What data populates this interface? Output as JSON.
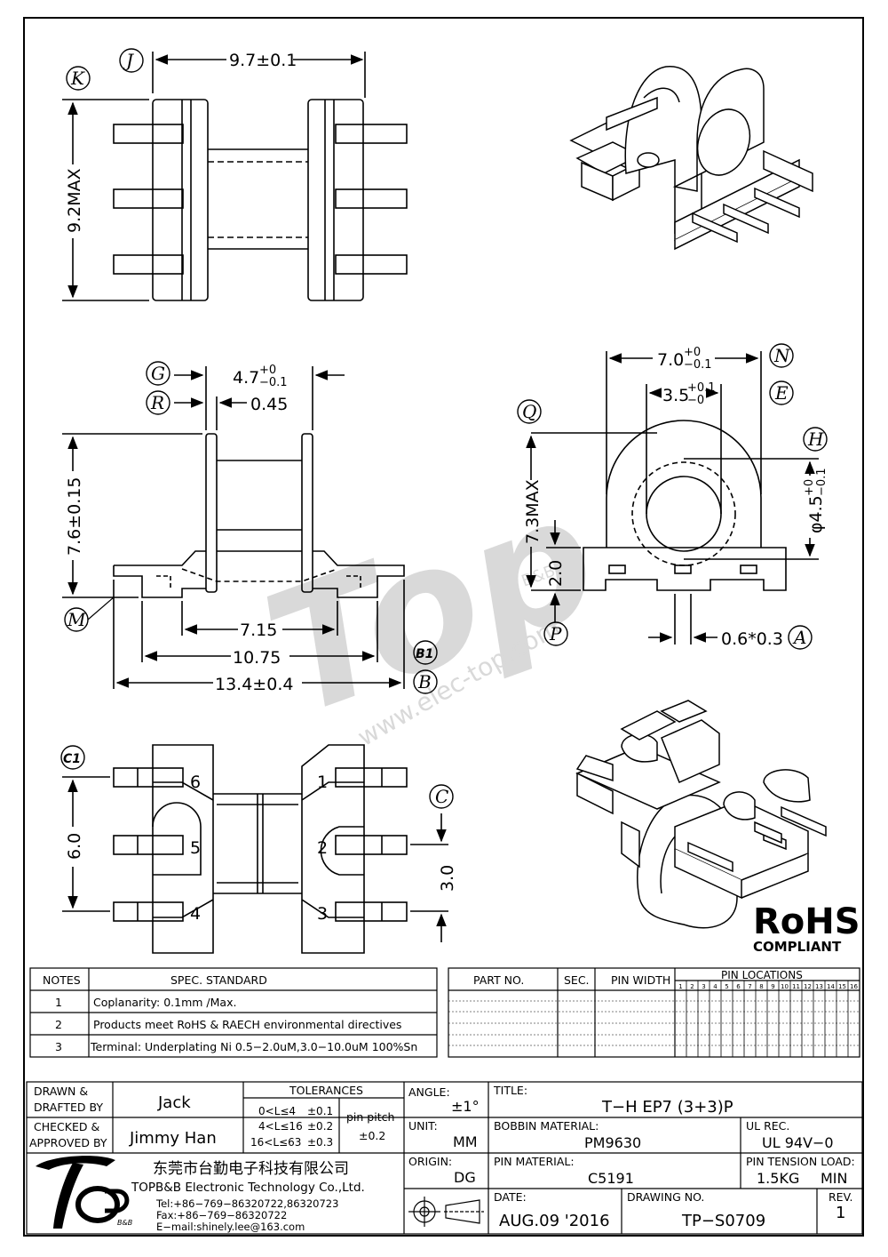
{
  "dims": {
    "top_width": "9.7±0.1",
    "top_height": "9.2MAX",
    "side_g": "4.7",
    "side_g_tol_up": "+0",
    "side_g_tol_dn": "−0.1",
    "side_r": "0.45",
    "side_height": "7.6±0.15",
    "side_w1": "7.15",
    "side_w2": "10.75",
    "side_w3": "13.4±0.4",
    "front_n": "7.0",
    "front_n_tol_up": "+0",
    "front_n_tol_dn": "−0.1",
    "front_e": "3.5",
    "front_e_tol_up": "+0.1",
    "front_e_tol_dn": "−0",
    "front_h": "φ4.5",
    "front_h_tol_up": "+0",
    "front_h_tol_dn": "−0.1",
    "front_q": "7.3MAX",
    "front_p": "2.0",
    "front_a": "0.6*0.3",
    "bottom_height": "6.0",
    "bottom_pitch": "3.0"
  },
  "labels": {
    "J": "J",
    "K": "K",
    "G": "G",
    "R": "R",
    "M": "M",
    "B1": "B1",
    "B": "B",
    "N": "N",
    "E": "E",
    "Q": "Q",
    "H": "H",
    "P": "P",
    "A": "A",
    "C1": "C1",
    "C": "C"
  },
  "pins": [
    "1",
    "2",
    "3",
    "4",
    "5",
    "6"
  ],
  "rohs": {
    "big": "RoHS",
    "small": "COMPLIANT"
  },
  "watermark": {
    "url": "www.elec-top.com",
    "brand": "B&B"
  },
  "notes": {
    "header_notes": "NOTES",
    "header_spec": "SPEC. STANDARD",
    "rows": [
      {
        "no": "1",
        "text": "Coplanarity: 0.1mm  /Max."
      },
      {
        "no": "2",
        "text": "Products meet RoHS & RAECH environmental directives"
      },
      {
        "no": "3",
        "text": "Terminal: Underplating Ni 0.5−2.0uM,3.0−10.0uM 100%Sn"
      }
    ]
  },
  "parts": {
    "part_no": "PART NO.",
    "sec": "SEC.",
    "pin_width": "PIN WIDTH",
    "pin_locations": "PIN  LOCATIONS",
    "pin_numbers": [
      "1",
      "2",
      "3",
      "4",
      "5",
      "6",
      "7",
      "8",
      "9",
      "10",
      "11",
      "12",
      "13",
      "14",
      "15",
      "16"
    ]
  },
  "title_block": {
    "drawn_label_1": "DRAWN &",
    "drawn_label_2": "DRAFTED BY",
    "drawn_by": "Jack",
    "checked_label_1": "CHECKED &",
    "checked_label_2": "APPROVED BY",
    "checked_by": "Jimmy Han",
    "tolerances_label": "TOLERANCES",
    "tol_rows": [
      {
        "range": "0<L≤4",
        "tol": "±0.1"
      },
      {
        "range": "4<L≤16",
        "tol": "±0.2"
      },
      {
        "range": "16<L≤63",
        "tol": "±0.3"
      }
    ],
    "pin_pitch_label": "pin pitch",
    "pin_pitch_tol": "±0.2",
    "angle_label": "ANGLE:",
    "angle": "±1°",
    "unit_label": "UNIT:",
    "unit": "MM",
    "origin_label": "ORIGIN:",
    "origin": "DG",
    "title_label": "TITLE:",
    "title": "T−H    EP7  (3+3)P",
    "bobbin_label": "BOBBIN MATERIAL:",
    "bobbin": "PM9630",
    "ul_label": "UL REC.",
    "ul": "UL  94V−0",
    "pin_mat_label": "PIN MATERIAL:",
    "pin_mat": "C5191",
    "tension_label": "PIN TENSION LOAD:",
    "tension": "1.5KG",
    "tension_min": "MIN",
    "date_label": "DATE:",
    "date": "AUG.09  '2016",
    "drawing_label": "DRAWING NO.",
    "drawing_no": "TP−S0709",
    "rev_label": "REV.",
    "rev": "1",
    "company_cn": "东莞市台勤电子科技有限公司",
    "company_en": "TOPB&B Electronic Technology Co.,Ltd.",
    "tel": "Tel:+86−769−86320722,86320723",
    "fax": "Fax:+86−769−86320722",
    "email": "E−mail:shinely.lee@163.com",
    "logo_sub": "B&B"
  }
}
